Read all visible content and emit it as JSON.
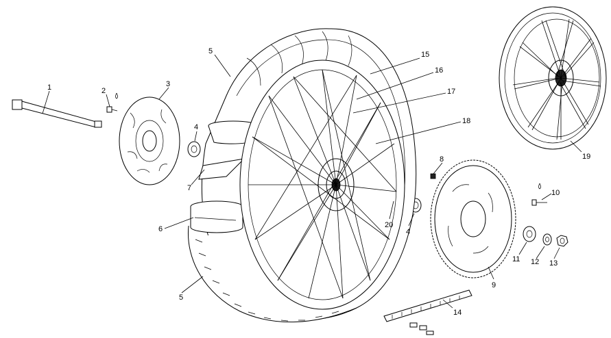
{
  "callouts": [
    {
      "id": "1",
      "text": "1"
    },
    {
      "id": "2",
      "text": "2"
    },
    {
      "id": "3",
      "text": "3"
    },
    {
      "id": "4a",
      "text": "4"
    },
    {
      "id": "4b",
      "text": "4"
    },
    {
      "id": "5a",
      "text": "5"
    },
    {
      "id": "5b",
      "text": "5"
    },
    {
      "id": "6",
      "text": "6"
    },
    {
      "id": "7",
      "text": "7"
    },
    {
      "id": "8",
      "text": "8"
    },
    {
      "id": "9",
      "text": "9"
    },
    {
      "id": "10",
      "text": "10"
    },
    {
      "id": "11",
      "text": "11"
    },
    {
      "id": "12",
      "text": "12"
    },
    {
      "id": "13",
      "text": "13"
    },
    {
      "id": "14",
      "text": "14"
    },
    {
      "id": "15",
      "text": "15"
    },
    {
      "id": "16",
      "text": "16"
    },
    {
      "id": "17",
      "text": "17"
    },
    {
      "id": "18",
      "text": "18"
    },
    {
      "id": "19",
      "text": "19"
    },
    {
      "id": "20",
      "text": "20"
    }
  ]
}
